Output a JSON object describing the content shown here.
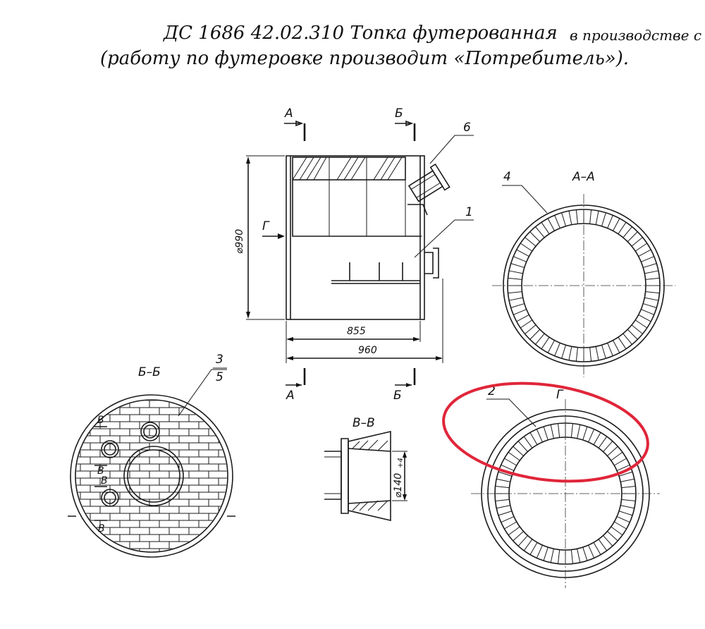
{
  "caption": {
    "line1": "ДС 1686 42.02.310 Топка футерованная",
    "line1_note": "в производстве с",
    "line2": "(работу по футеровке производит «Потребитель»)."
  },
  "views": {
    "main_section_marks": [
      "А",
      "Б",
      "А",
      "Б"
    ],
    "arrow_g": "Г",
    "section_aa": "А–А",
    "section_bb": "Б–Б",
    "section_vv": "В–В",
    "view_g": "Г"
  },
  "callouts": {
    "c1": "1",
    "c2": "2",
    "c3": "3",
    "c4": "4",
    "c5": "5",
    "c6": "6"
  },
  "dimensions": {
    "diameter": "⌀990",
    "inner_length": "855",
    "overall_length": "960",
    "nozzle_diameter": "⌀140",
    "nozzle_tolerance": "+4"
  },
  "v_marks": [
    "В",
    "В",
    "В",
    "В"
  ],
  "colors": {
    "ink": "#1a1a1a",
    "highlight": "#e0263a"
  }
}
